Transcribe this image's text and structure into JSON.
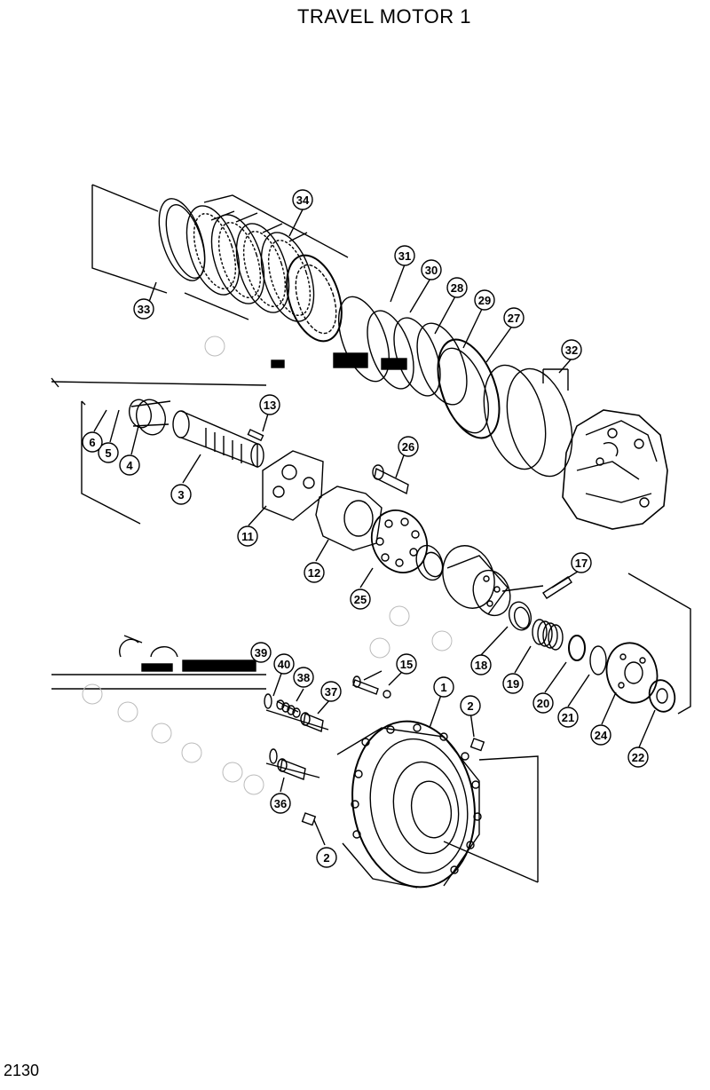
{
  "title": "TRAVEL MOTOR 1",
  "page_number": "2130",
  "callouts": {
    "p1": "1",
    "p2a": "2",
    "p2b": "2",
    "p3": "3",
    "p4": "4",
    "p5": "5",
    "p6": "6",
    "p11": "11",
    "p12": "12",
    "p13": "13",
    "p15": "15",
    "p17": "17",
    "p18": "18",
    "p19": "19",
    "p20": "20",
    "p21": "21",
    "p22": "22",
    "p24": "24",
    "p25": "25",
    "p26": "26",
    "p27": "27",
    "p28": "28",
    "p29": "29",
    "p30": "30",
    "p31": "31",
    "p32": "32",
    "p33": "33",
    "p34": "34",
    "p36": "36",
    "p37": "37",
    "p38": "38",
    "p39": "39",
    "p40": "40"
  }
}
